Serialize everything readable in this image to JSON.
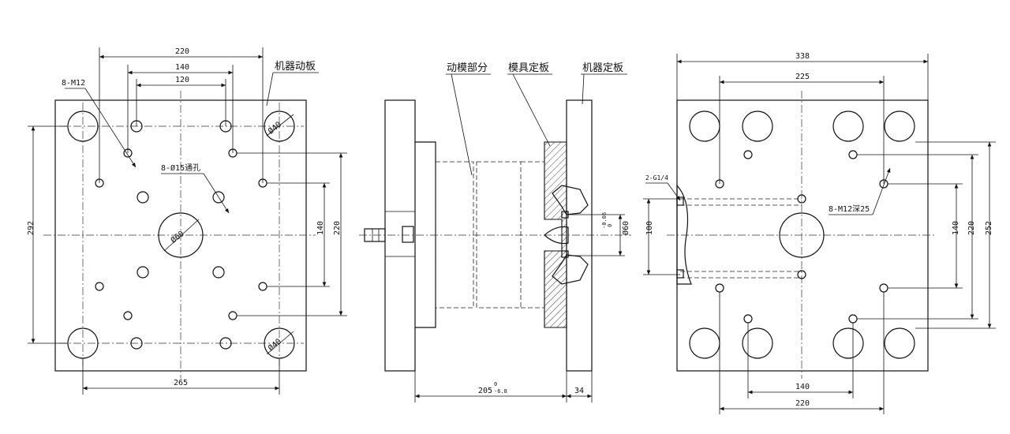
{
  "left_view": {
    "dim_top_outer": "220",
    "dim_top_mid": "140",
    "dim_top_inner": "120",
    "dim_bottom": "265",
    "dim_left": "292",
    "dim_right_inner": "140",
    "dim_right_outer": "220",
    "label_plate": "机器动板",
    "label_threads": "8-M12",
    "label_through_holes": "8-Ø15通孔",
    "label_center": "Ø60",
    "label_corner_top": "Ø40",
    "label_corner_bottom": "Ø40"
  },
  "middle_view": {
    "label_moving_part": "动模部分",
    "label_mold_plate": "模具定板",
    "label_machine_plate": "机器定板",
    "dim_length": "205",
    "dim_length_tol_upper": "0",
    "dim_length_tol_lower": "-6.8",
    "dim_plate": "34",
    "dim_diameter": "Ø60",
    "dim_diameter_tol_upper": "-0.06",
    "dim_diameter_tol_lower": "0"
  },
  "right_view": {
    "dim_top_outer": "338",
    "dim_top_inner": "225",
    "dim_bottom_inner": "140",
    "dim_bottom_outer": "220",
    "dim_left": "100",
    "dim_right_1": "140",
    "dim_right_2": "220",
    "dim_right_3": "252",
    "label_g_thread": "2-G1/4",
    "label_threads": "8-M12深25"
  }
}
